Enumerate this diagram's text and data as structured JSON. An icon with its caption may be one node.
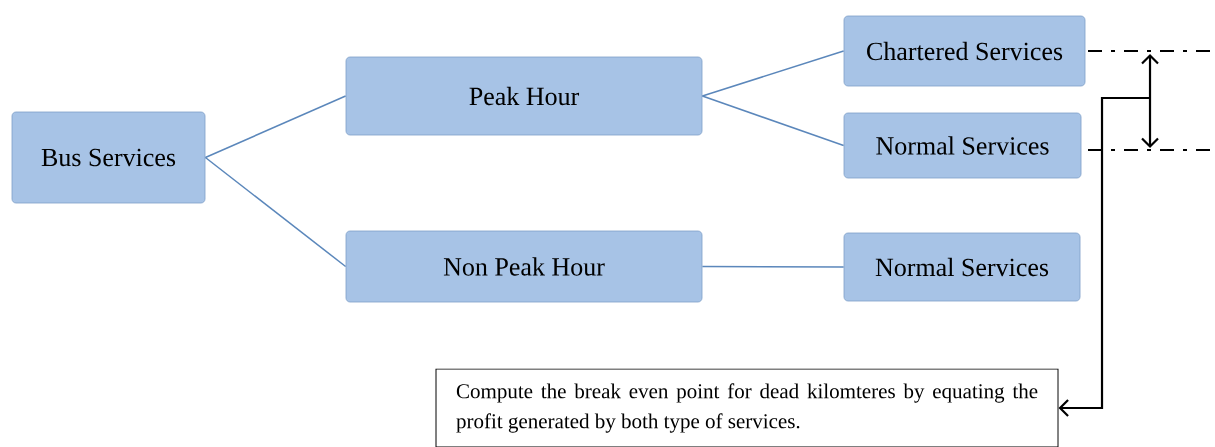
{
  "diagram": {
    "nodes": [
      {
        "text": [
          "Bus Services"
        ]
      },
      {
        "text": [
          "Peak Hour"
        ]
      },
      {
        "text": [
          "Chartered Services"
        ]
      },
      {
        "text": [
          "Normal Services"
        ]
      },
      {
        "text": [
          "Non Peak Hour"
        ]
      },
      {
        "text": [
          "Normal Services"
        ]
      },
      {
        "text": [
          "Compute the break even point for dead kilomteres by equating the profit generated by both type of services."
        ]
      }
    ],
    "edges": [
      {
        "from": 0,
        "to": 1,
        "arrow": "none"
      },
      {
        "from": 0,
        "to": 4,
        "arrow": "none"
      },
      {
        "from": 1,
        "to": 2,
        "arrow": "none"
      },
      {
        "from": 1,
        "to": 3,
        "arrow": "none"
      },
      {
        "from": 4,
        "to": 5,
        "arrow": "none"
      },
      {
        "from": 2,
        "to": 3,
        "arrow": "both",
        "color": "#000000"
      },
      {
        "from": null,
        "to": 6,
        "arrow": "to",
        "color": "#000000"
      }
    ]
  }
}
